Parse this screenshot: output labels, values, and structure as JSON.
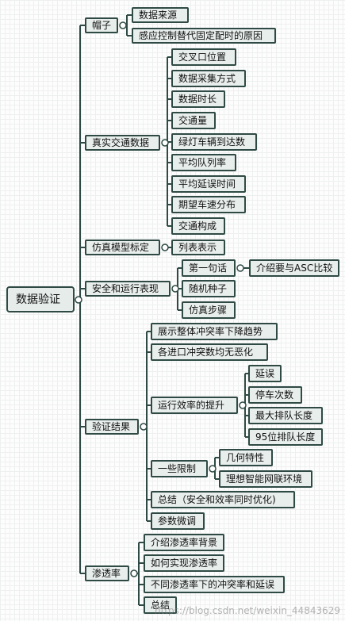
{
  "root": {
    "label": "数据验证"
  },
  "branches": [
    {
      "id": "maozi",
      "label": "帽子",
      "children": [
        {
          "label": "数据来源"
        },
        {
          "label": "感应控制替代固定配时的原因"
        }
      ]
    },
    {
      "id": "zhenshi",
      "label": "真实交通数据",
      "children": [
        {
          "label": "交叉口位置"
        },
        {
          "label": "数据采集方式"
        },
        {
          "label": "数据时长"
        },
        {
          "label": "交通量"
        },
        {
          "label": "绿灯车辆到达数"
        },
        {
          "label": "平均队列率"
        },
        {
          "label": "平均延误时间"
        },
        {
          "label": "期望车速分布"
        },
        {
          "label": "交通构成"
        }
      ]
    },
    {
      "id": "fangzhen",
      "label": "仿真模型标定",
      "children": [
        {
          "label": "列表表示"
        }
      ]
    },
    {
      "id": "anquan",
      "label": "安全和运行表现",
      "children": [
        {
          "label": "第一句话",
          "children": [
            {
              "label": "介绍要与ASC比较"
            }
          ]
        },
        {
          "label": "随机种子"
        },
        {
          "label": "仿真步骤"
        }
      ]
    },
    {
      "id": "yanzheng",
      "label": "验证结果",
      "children": [
        {
          "label": "展示整体冲突率下降趋势"
        },
        {
          "label": "各进口冲突数均无恶化"
        },
        {
          "label": "运行效率的提升",
          "children": [
            {
              "label": "延误"
            },
            {
              "label": "停车次数"
            },
            {
              "label": "最大排队长度"
            },
            {
              "label": "95位排队长度"
            }
          ]
        },
        {
          "label": "一些限制",
          "children": [
            {
              "label": "几何特性"
            },
            {
              "label": "理想智能网联环境"
            }
          ]
        },
        {
          "label": "总结（安全和效率同时优化)"
        },
        {
          "label": "参数微调"
        }
      ]
    },
    {
      "id": "shentou",
      "label": "渗透率",
      "children": [
        {
          "label": "介绍渗透率背景"
        },
        {
          "label": "如何实现渗透率"
        },
        {
          "label": "不同渗透率下的冲突率和延误"
        },
        {
          "label": "总结"
        }
      ]
    }
  ],
  "watermark": "https://blog.csdn.net/weixin_44843629",
  "colors": {
    "line": "#2f4a44",
    "node_fill": "#e8eeec"
  }
}
